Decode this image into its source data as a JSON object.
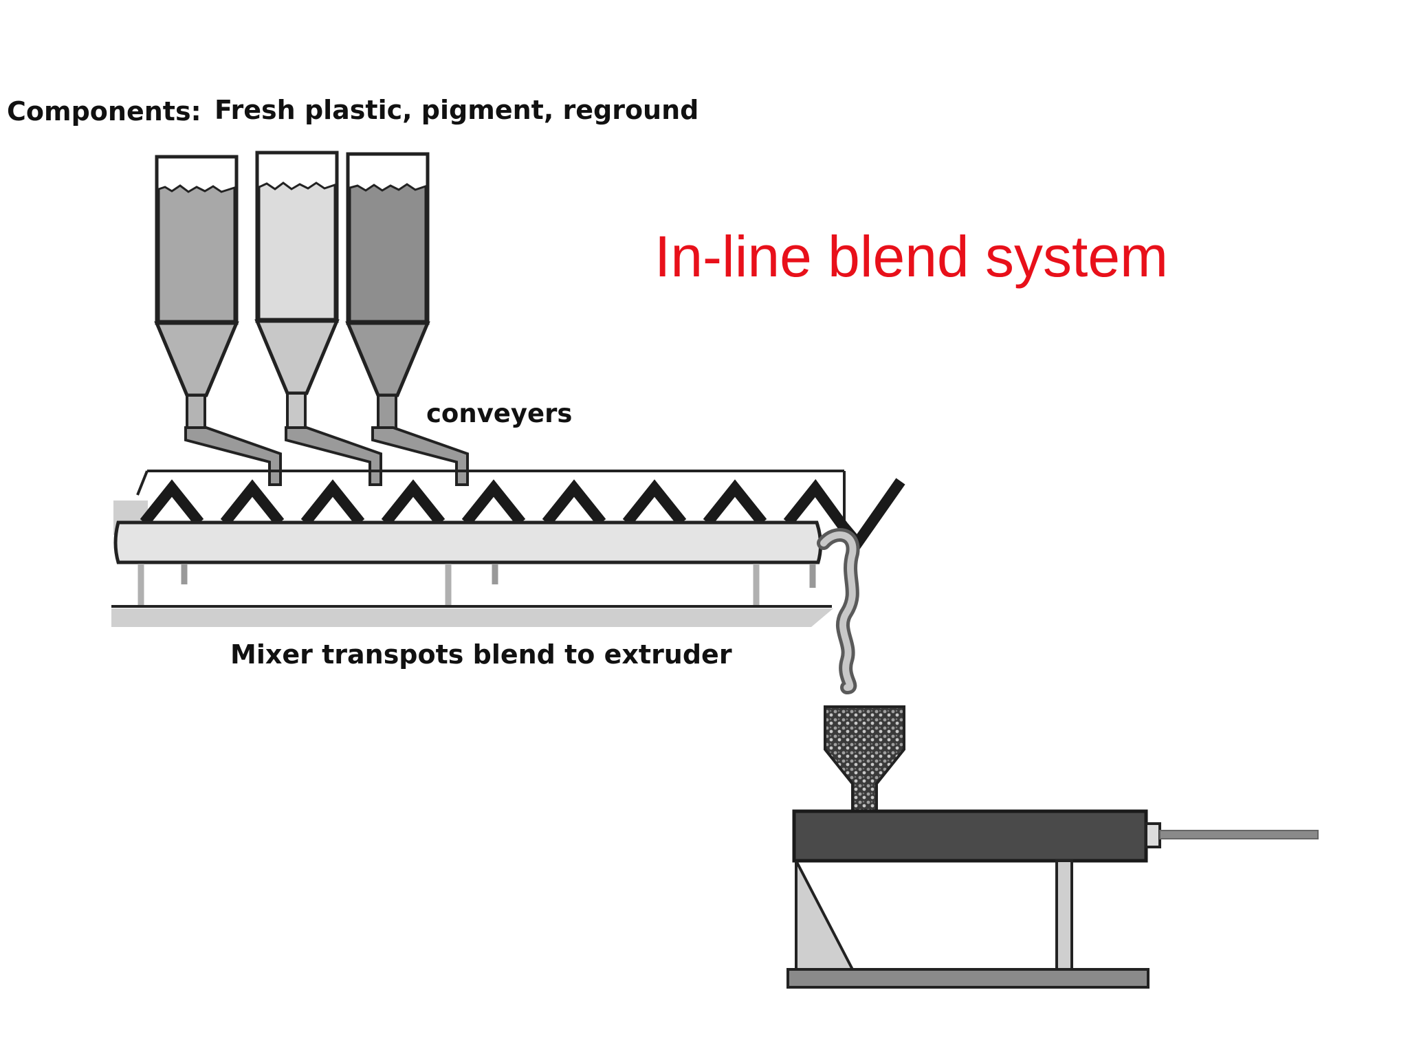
{
  "labels": {
    "components_label": "Components:",
    "components_value": "Fresh plastic, pigment, reground",
    "title": "In-line blend system",
    "conveyers": "conveyers",
    "mixer": "Mixer transpots blend to extruder"
  },
  "icons": {
    "hoppers": "silo-hopper-icon",
    "conveyor": "screw-conveyor-icon",
    "extruder": "extruder-icon"
  },
  "colors": {
    "title": "#e8101a",
    "outline": "#222222",
    "hopper_fill_1": "#a8a8a8",
    "hopper_fill_2": "#dcdcdc",
    "hopper_fill_3": "#8e8e8e",
    "barrel": "#4a4a4a",
    "trough": "#e4e4e4"
  }
}
